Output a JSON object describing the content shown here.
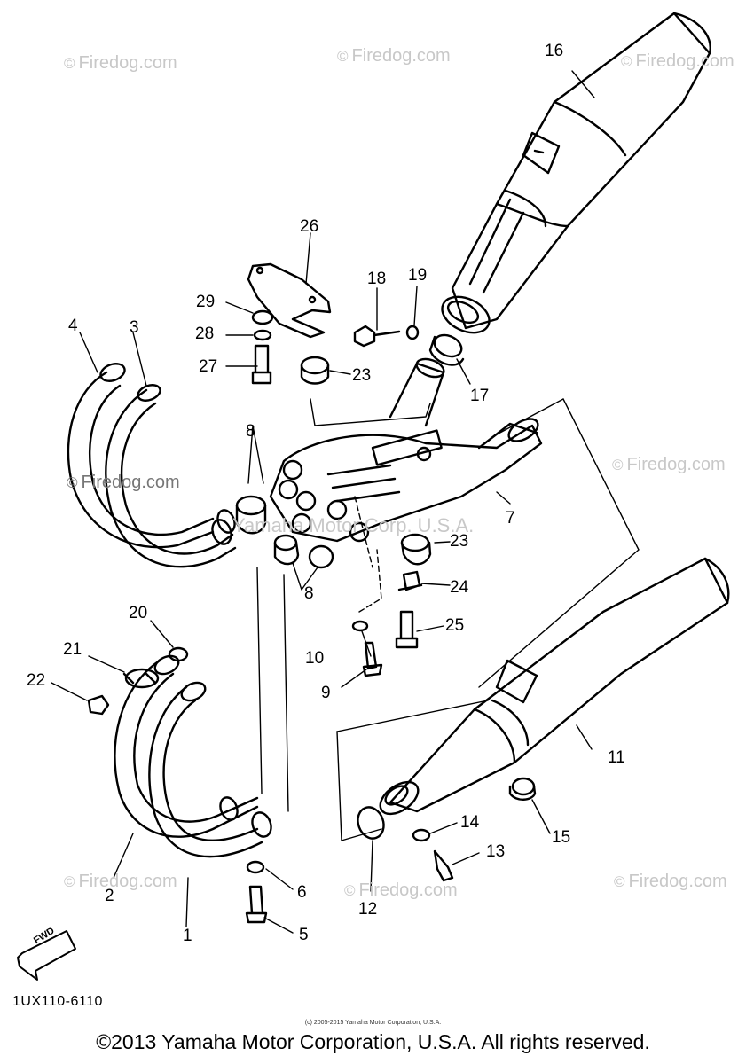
{
  "watermark": {
    "brand": "Firedog.com",
    "symbol": "©",
    "center": "Yamaha Motor Corp. U.S.A."
  },
  "callouts": [
    "1",
    "2",
    "3",
    "4",
    "5",
    "6",
    "7",
    "8",
    "8",
    "9",
    "10",
    "11",
    "12",
    "13",
    "14",
    "15",
    "16",
    "17",
    "18",
    "19",
    "20",
    "21",
    "22",
    "23",
    "23",
    "24",
    "25",
    "26",
    "27",
    "28",
    "29"
  ],
  "diagram_code": "1UX110-6110",
  "small_copyright": "(c) 2005-2015 Yamaha Motor Corporation, U.S.A.",
  "copyright": "©2013 Yamaha Motor Corporation, U.S.A. All rights reserved.",
  "fwd_label": "FWD"
}
